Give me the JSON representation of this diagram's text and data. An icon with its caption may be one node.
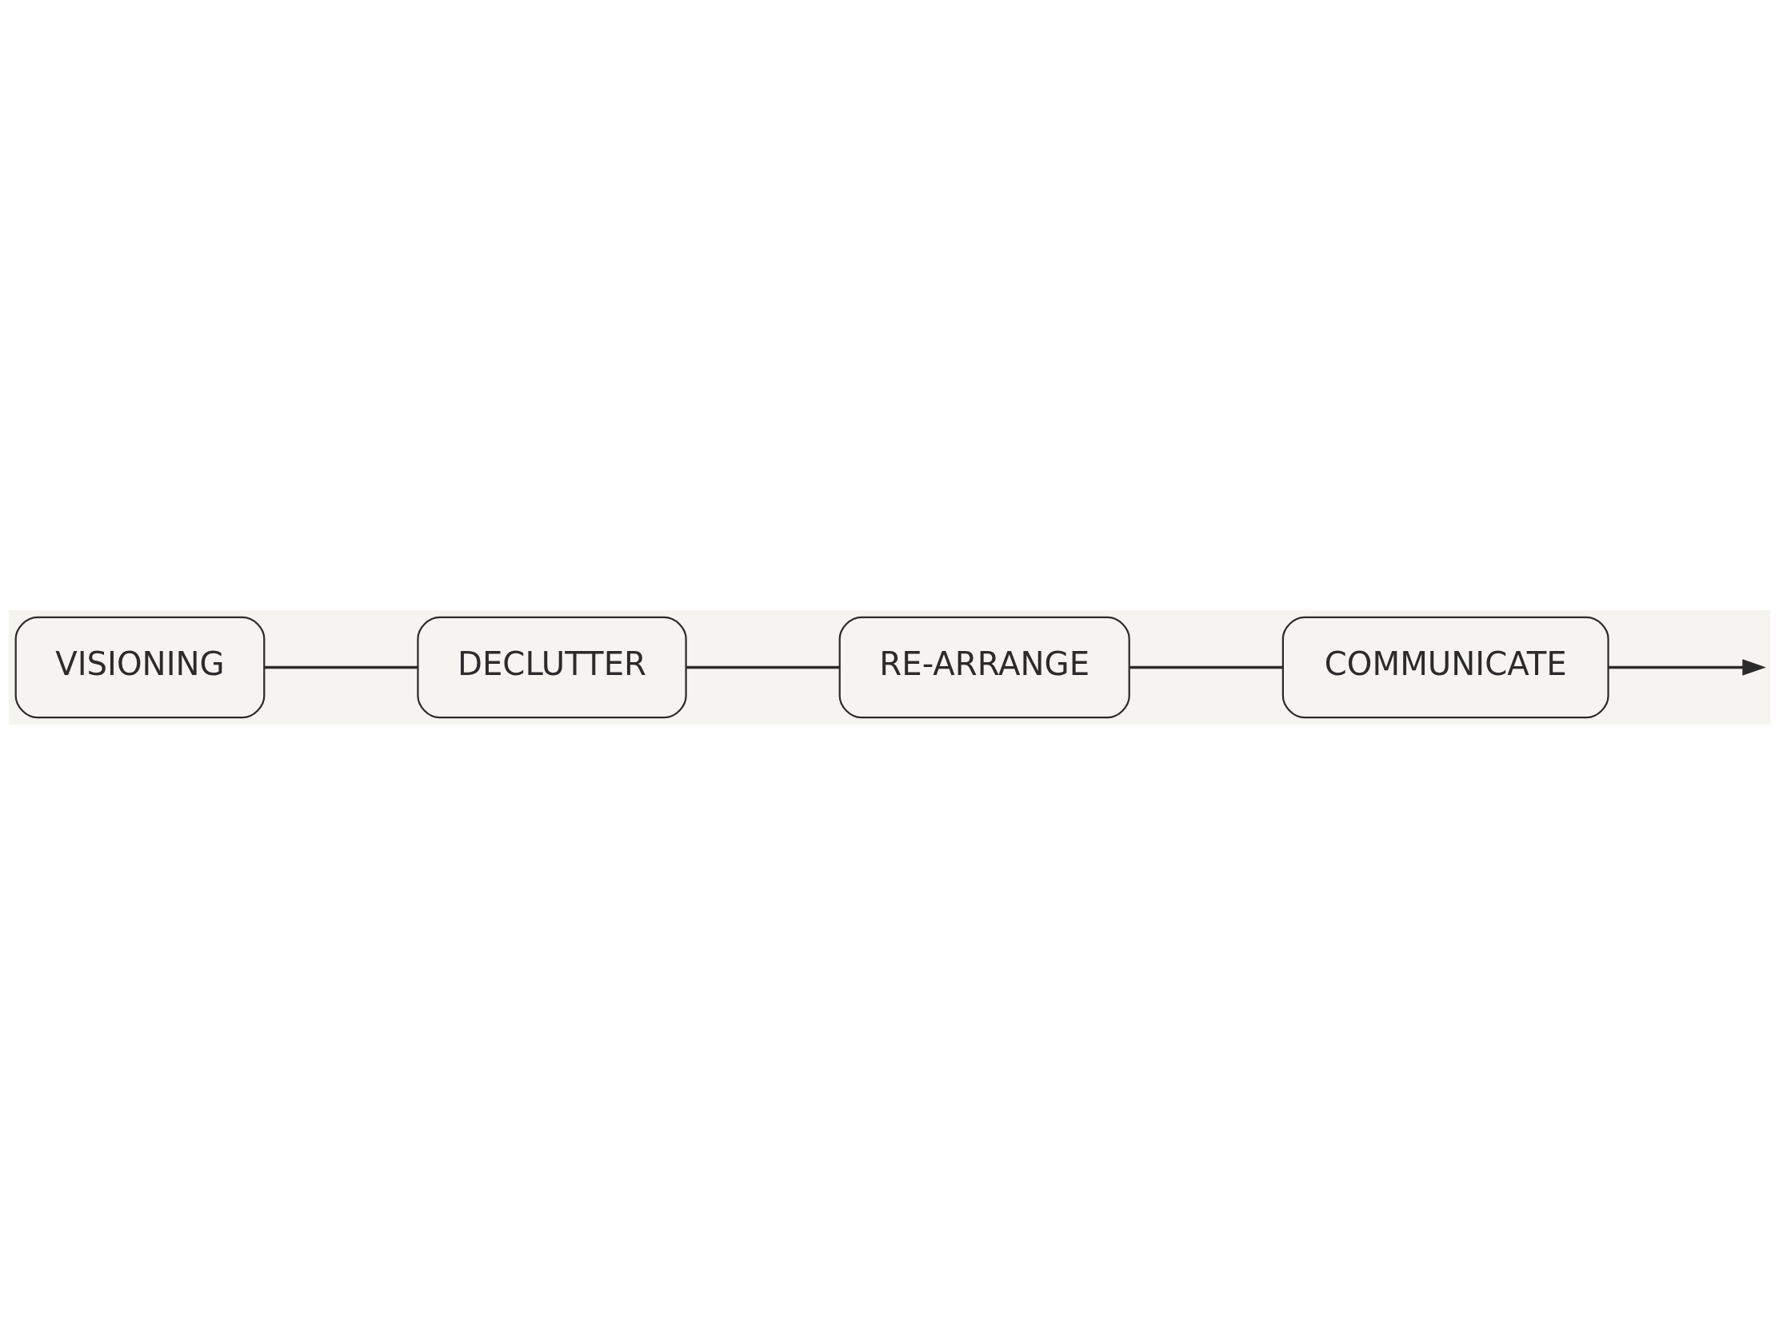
{
  "diagram": {
    "nodes": [
      {
        "text": [
          "VISIONING"
        ]
      },
      {
        "text": [
          "DECLUTTER"
        ]
      },
      {
        "text": [
          "RE-ARRANGE"
        ]
      },
      {
        "text": [
          "COMMUNICATE"
        ]
      }
    ],
    "edges": [
      {
        "from": 0,
        "to": 1,
        "arrow": "none"
      },
      {
        "from": 1,
        "to": 2,
        "arrow": "none"
      },
      {
        "from": 2,
        "to": 3,
        "arrow": "none"
      },
      {
        "from": 3,
        "to": null,
        "arrow": "to"
      }
    ]
  }
}
